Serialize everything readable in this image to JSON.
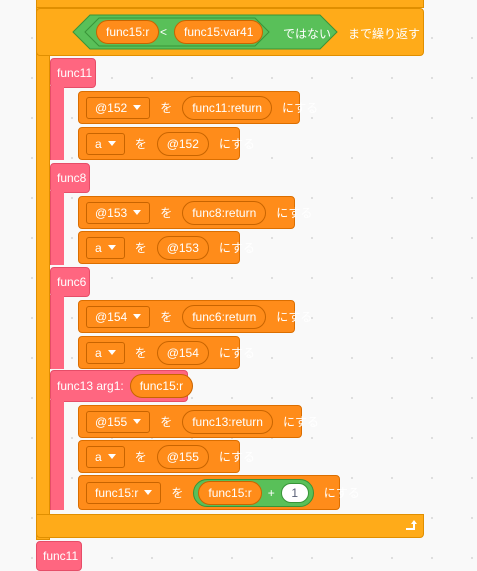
{
  "loop": {
    "left": "func15:r",
    "op": "<",
    "right": "func15:var41",
    "negate": "ではない",
    "suffix": "まで繰り返す"
  },
  "blocks": [
    {
      "kind": "call",
      "label": "func11"
    },
    {
      "kind": "set",
      "var": "@152",
      "wo": "を",
      "value": "func11:return",
      "suffix": "にする"
    },
    {
      "kind": "set",
      "var": "a",
      "wo": "を",
      "value": "@152",
      "suffix": "にする"
    },
    {
      "kind": "call",
      "label": "func8"
    },
    {
      "kind": "set",
      "var": "@153",
      "wo": "を",
      "value": "func8:return",
      "suffix": "にする"
    },
    {
      "kind": "set",
      "var": "a",
      "wo": "を",
      "value": "@153",
      "suffix": "にする"
    },
    {
      "kind": "call",
      "label": "func6"
    },
    {
      "kind": "set",
      "var": "@154",
      "wo": "を",
      "value": "func6:return",
      "suffix": "にする"
    },
    {
      "kind": "set",
      "var": "a",
      "wo": "を",
      "value": "@154",
      "suffix": "にする"
    },
    {
      "kind": "call",
      "label": "func13 arg1:",
      "arg": "func15:r"
    },
    {
      "kind": "set",
      "var": "@155",
      "wo": "を",
      "value": "func13:return",
      "suffix": "にする"
    },
    {
      "kind": "set",
      "var": "a",
      "wo": "を",
      "value": "@155",
      "suffix": "にする"
    }
  ],
  "last_set": {
    "var": "func15:r",
    "wo": "を",
    "left": "func15:r",
    "op": "+",
    "number": "1",
    "suffix": "にする"
  },
  "bottom_call": {
    "label": "func11"
  },
  "colors": {
    "control": "#ffab19",
    "variable": "#ff8c1a",
    "custom": "#ff6680",
    "operator": "#59c059"
  }
}
